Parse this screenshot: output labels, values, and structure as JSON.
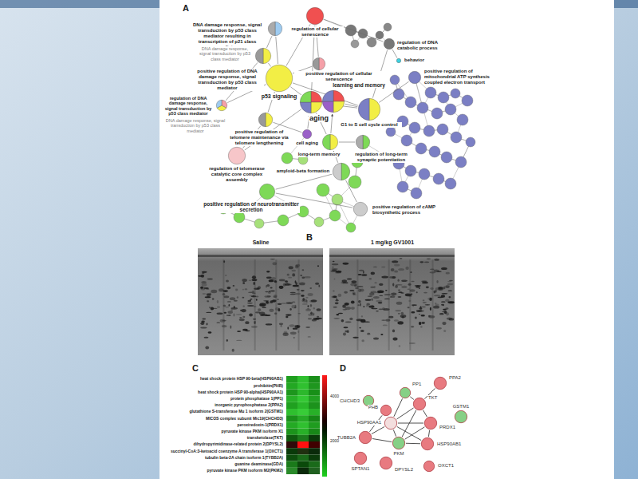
{
  "diagram": {
    "nodes": [
      {
        "text": [
          "regulation of cellular senescence"
        ]
      },
      {
        "text": [
          "DNA damage response, signal transduction by p53 class mediator resulting in transcription of p21 class mediator"
        ]
      },
      {
        "text": [
          "regulation of DNA catabolic process"
        ]
      },
      {
        "text": [
          "positive regulation of DNA damage response, signal transduction by p53 class mediator"
        ]
      },
      {
        "text": [
          "behavior"
        ]
      },
      {
        "text": [
          "positive regulation of cellular senescence"
        ]
      },
      {
        "text": [
          "positive regulation of mitochondrial ATP synthesis coupled electron transport"
        ]
      },
      {
        "text": [
          "p53 signaling"
        ]
      },
      {
        "text": [
          "learning and memory"
        ]
      },
      {
        "text": [
          "regulation of DNA damage response, signal transduction by p53 class mediator"
        ]
      },
      {
        "text": [
          "aging"
        ]
      },
      {
        "text": [
          "G1 to S cell cycle control"
        ]
      },
      {
        "text": [
          "positive regulation of telomere maintenance via telomere lengthening"
        ]
      },
      {
        "text": [
          "cell aging"
        ]
      },
      {
        "text": [
          "long-term memory"
        ]
      },
      {
        "text": [
          "regulation of long-term synaptic potentiation"
        ]
      },
      {
        "text": [
          "regulation of telomerase catalytic core complex assembly"
        ]
      },
      {
        "text": [
          "amyloid-beta formation"
        ]
      },
      {
        "text": [
          "positive regulation of neurotransmitter secretion"
        ]
      },
      {
        "text": [
          "positive regulation of cAMP biosynthetic process"
        ]
      },
      {
        "text": [
          "PP1"
        ]
      },
      {
        "text": [
          "PPA2"
        ]
      },
      {
        "text": [
          "CHCHD3"
        ]
      },
      {
        "text": [
          "TKT"
        ]
      },
      {
        "text": [
          "PHB"
        ]
      },
      {
        "text": [
          "HSP90AA1"
        ]
      },
      {
        "text": [
          "PRDX1"
        ]
      },
      {
        "text": [
          "GSTM1"
        ]
      },
      {
        "text": [
          "TUBB2A"
        ]
      },
      {
        "text": [
          "PKM"
        ]
      },
      {
        "text": [
          "HSP90AB1"
        ]
      },
      {
        "text": [
          "SPTAN1"
        ]
      },
      {
        "text": [
          "DPYSL2"
        ]
      },
      {
        "text": [
          "OXCT1"
        ]
      }
    ],
    "edges": [
      {
        "from": 7,
        "to": 0,
        "arrow": "none"
      },
      {
        "from": 7,
        "to": 1,
        "arrow": "none"
      },
      {
        "from": 7,
        "to": 3,
        "arrow": "none"
      },
      {
        "from": 7,
        "to": 5,
        "arrow": "none"
      },
      {
        "from": 7,
        "to": 9,
        "arrow": "none"
      },
      {
        "from": 7,
        "to": 10,
        "arrow": "none"
      },
      {
        "from": 7,
        "to": 11,
        "arrow": "none"
      },
      {
        "from": 7,
        "to": 12,
        "arrow": "none"
      },
      {
        "from": 0,
        "to": 5,
        "arrow": "none"
      },
      {
        "from": 0,
        "to": 10,
        "arrow": "none"
      },
      {
        "from": 0,
        "to": 2,
        "arrow": "none"
      },
      {
        "from": 1,
        "to": 3,
        "arrow": "none"
      },
      {
        "from": 10,
        "to": 8,
        "arrow": "none"
      },
      {
        "from": 13,
        "to": 10,
        "arrow": "to"
      },
      {
        "from": 10,
        "to": 14,
        "arrow": "none"
      },
      {
        "from": 10,
        "to": 11,
        "arrow": "none"
      },
      {
        "from": 14,
        "to": 8,
        "arrow": "to"
      },
      {
        "from": 14,
        "to": 15,
        "arrow": "none"
      },
      {
        "from": 17,
        "to": 14,
        "arrow": "to"
      },
      {
        "from": 17,
        "to": 18,
        "arrow": "none"
      },
      {
        "from": 16,
        "to": 12,
        "arrow": "none"
      },
      {
        "from": 12,
        "to": 13,
        "arrow": "none"
      },
      {
        "from": 11,
        "to": 6,
        "arrow": "none"
      },
      {
        "from": 10,
        "to": 16,
        "arrow": "none"
      },
      {
        "from": 18,
        "to": 19,
        "arrow": "none"
      },
      {
        "from": 19,
        "to": 17,
        "arrow": "none"
      },
      {
        "from": 4,
        "to": 2,
        "arrow": "none"
      },
      {
        "from": 11,
        "to": 2,
        "arrow": "none"
      },
      {
        "from": 3,
        "to": 9,
        "arrow": "none"
      },
      {
        "from": 8,
        "to": 11,
        "arrow": "none"
      },
      {
        "from": 20,
        "to": 25,
        "arrow": "none"
      },
      {
        "from": 20,
        "to": 23,
        "arrow": "none"
      },
      {
        "from": 21,
        "to": 23,
        "arrow": "none"
      },
      {
        "from": 23,
        "to": 26,
        "arrow": "none"
      },
      {
        "from": 23,
        "to": 25,
        "arrow": "none"
      },
      {
        "from": 24,
        "to": 25,
        "arrow": "none"
      },
      {
        "from": 25,
        "to": 30,
        "arrow": "none"
      },
      {
        "from": 25,
        "to": 29,
        "arrow": "none"
      },
      {
        "from": 25,
        "to": 26,
        "arrow": "none"
      },
      {
        "from": 29,
        "to": 30,
        "arrow": "none"
      },
      {
        "from": 29,
        "to": 26,
        "arrow": "none"
      },
      {
        "from": 28,
        "to": 25,
        "arrow": "none"
      },
      {
        "from": 28,
        "to": 29,
        "arrow": "none"
      },
      {
        "from": 26,
        "to": 30,
        "arrow": "none"
      },
      {
        "from": 23,
        "to": 29,
        "arrow": "none"
      },
      {
        "from": 24,
        "to": 28,
        "arrow": "none"
      }
    ],
    "labels": [
      "A",
      "B",
      "Saline",
      "1 mg/kg GV1001",
      "C",
      "heat shock protein HSP 90-beta(HSP90AB1)",
      "prohibitin(PHB)",
      "heat shock protein HSP 90-alpha(HSP90AA1)",
      "protein phosphatase 1(PP1)",
      "inorganic pyrophosphatase 2(PPA2)",
      "glutathione S-transferase Mu 1 isoform 2(GSTM1)",
      "MICOS complex subunit Mic19(CHCHD3)",
      "peroxiredoxin-1(PRDX1)",
      "pyruvate kinase PKM isoform X1",
      "transketolase(TKT)",
      "dihydropyrimidinase-related protein 2(DPYSL2)",
      "succinyl-CoA:3-ketoacid coenzyme A transferase 1(OXCT1)",
      "tubulin beta-2A chain isoform 1(TYBB2A)",
      "guanine deaminase(GDA)",
      "pyruvate kinase PKM isoform M2(PKM2)",
      "4000",
      "2000",
      "D",
      "DNA damage response, signal transduction by p53 class mediator",
      "DNA damage response, signal transduction by p53 class mediator"
    ]
  }
}
